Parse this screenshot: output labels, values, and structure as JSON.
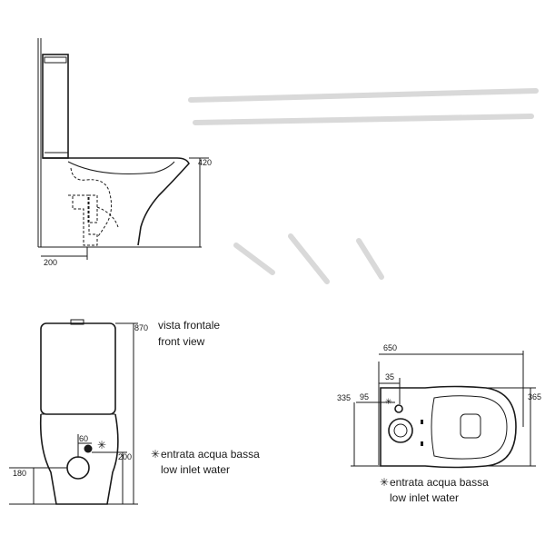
{
  "side_view": {
    "height_label": "420",
    "depth_label": "200"
  },
  "front_view": {
    "title_it": "vista frontale",
    "title_en": "front view",
    "height_label": "870",
    "inlet_offset_label": "60",
    "inlet_height_label": "200",
    "outlet_height_label": "180",
    "note_it": "entrata acqua bassa",
    "note_en": "low inlet water",
    "note_symbol": "✳"
  },
  "top_view": {
    "length_label": "650",
    "inlet_offset_label": "35",
    "inlet_side_label": "95",
    "width_label": "335",
    "bowl_width_label": "365",
    "note_it": "entrata acqua bassa",
    "note_en": "low inlet water",
    "note_symbol": "✳"
  }
}
